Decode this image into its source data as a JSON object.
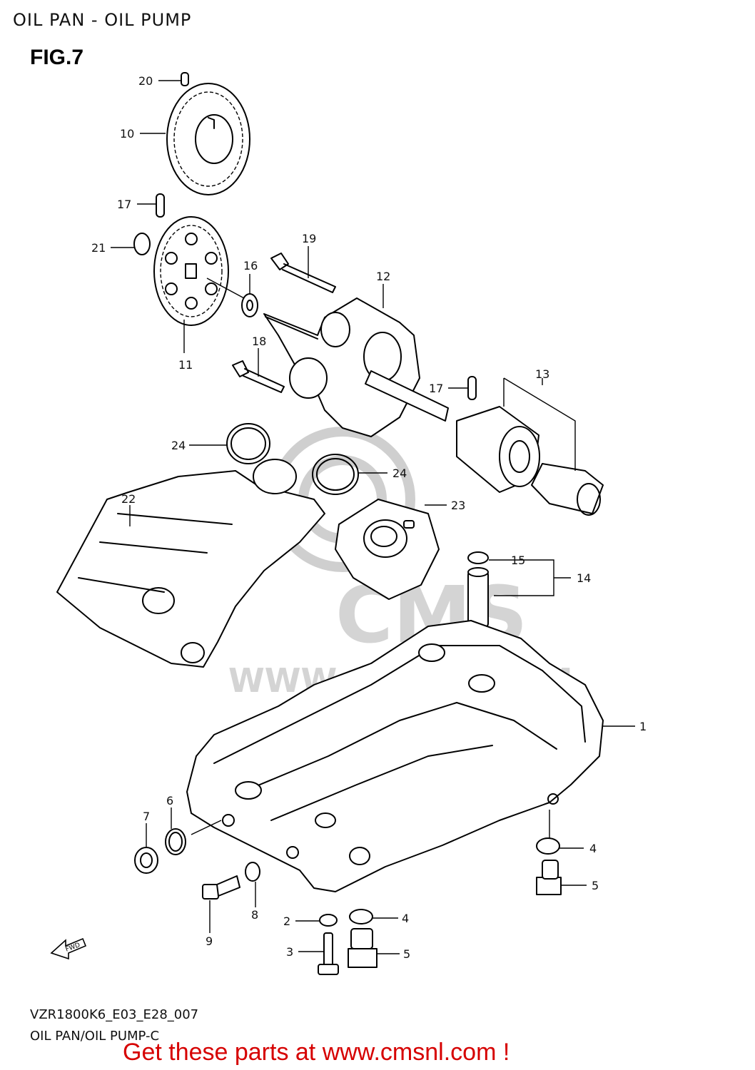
{
  "header": {
    "title": "OIL PAN - OIL PUMP",
    "figure": "FIG.7"
  },
  "watermark": {
    "brand": "CMS",
    "url": "WWW.CMSNL.COM"
  },
  "callouts": [
    "20",
    "10",
    "17",
    "21",
    "16",
    "19",
    "12",
    "11",
    "18",
    "17",
    "13",
    "24",
    "24",
    "22",
    "23",
    "15",
    "14",
    "1",
    "6",
    "7",
    "4",
    "5",
    "8",
    "9",
    "2",
    "4",
    "3",
    "5"
  ],
  "footer": {
    "model_code": "VZR1800K6_E03_E28_007",
    "diagram_name": "OIL PAN/OIL PUMP-C"
  },
  "cta": {
    "text": "Get these parts at www.cmsnl.com !",
    "color": "#d60000"
  },
  "icons": {
    "forward_arrow": "fwd-arrow-icon"
  }
}
